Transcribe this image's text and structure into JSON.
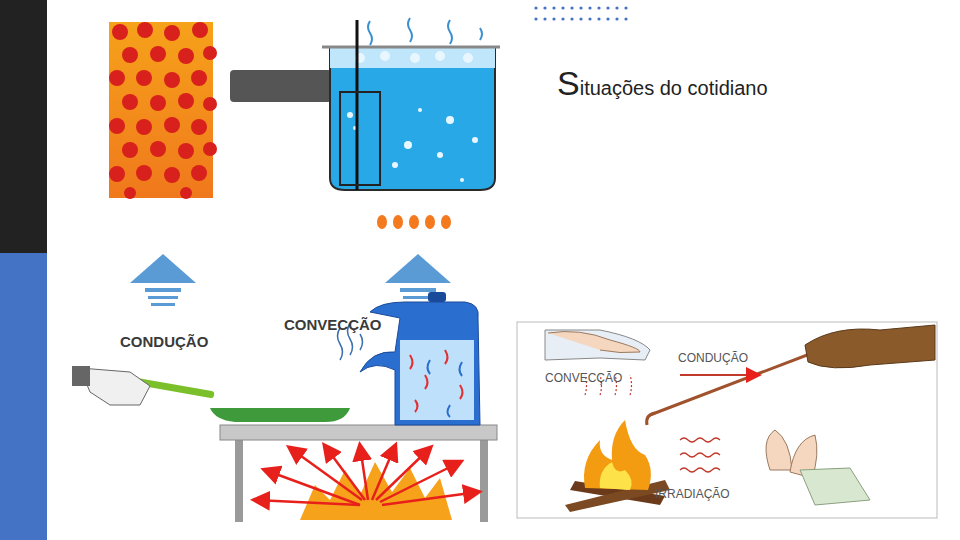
{
  "diagram": {
    "title": "Situações do cotidiano",
    "labels": [
      "CONDUÇÃO",
      "CONVECÇÃO",
      "CONDUÇÃO",
      "CONVECÇÃO",
      "IRRADIAÇÃO"
    ]
  }
}
